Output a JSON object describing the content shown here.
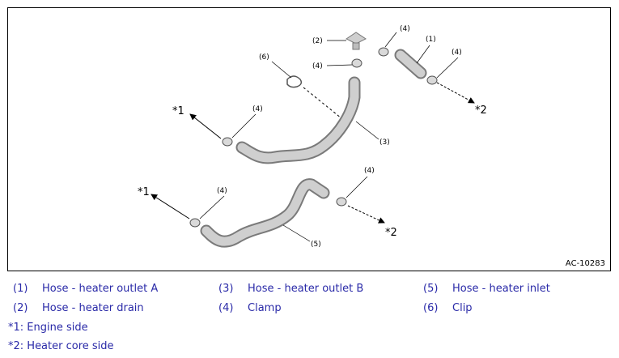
{
  "figure_id": "AC-10283",
  "callouts": {
    "c1": "(1)",
    "c2": "(2)",
    "c3": "(3)",
    "c4": "(4)",
    "c5": "(5)",
    "c6": "(6)",
    "engine_mark": "*1",
    "core_mark": "*2"
  },
  "legend": [
    {
      "num": "(1)",
      "text": "Hose - heater outlet A"
    },
    {
      "num": "(3)",
      "text": "Hose - heater outlet B"
    },
    {
      "num": "(5)",
      "text": "Hose - heater inlet"
    },
    {
      "num": "(2)",
      "text": "Hose - heater drain"
    },
    {
      "num": "(4)",
      "text": "Clamp"
    },
    {
      "num": "(6)",
      "text": "Clip"
    }
  ],
  "notes": [
    {
      "mark": "*1:",
      "text": " Engine side"
    },
    {
      "mark": "*2:",
      "text": " Heater core side"
    }
  ],
  "colors": {
    "legend_text": "#2a2aa8",
    "hose_fill": "#bfbfbf",
    "hose_edge": "#7a7a7a"
  }
}
